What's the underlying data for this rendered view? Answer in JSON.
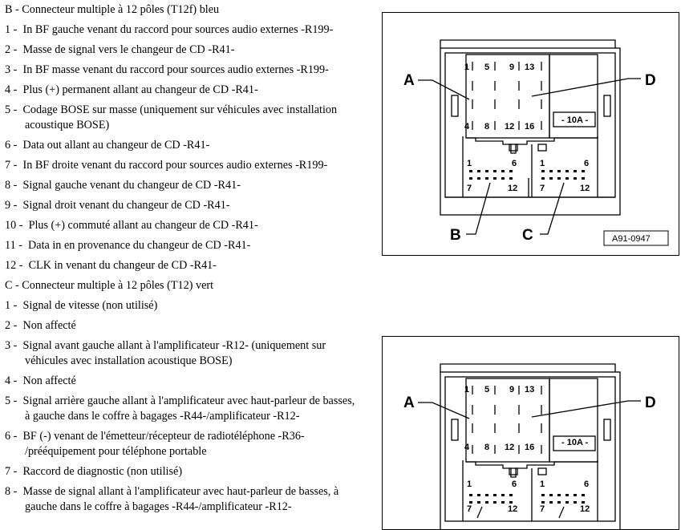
{
  "section_b": {
    "heading": "B - Connecteur multiple à 12 pôles (T12f) bleu",
    "items": [
      {
        "n": "1 -",
        "t": "In BF gauche venant du raccord pour sources audio externes -R199-"
      },
      {
        "n": "2 -",
        "t": "Masse de signal vers le changeur de CD -R41-"
      },
      {
        "n": "3 -",
        "t": "In BF masse venant du raccord pour sources audio externes -R199-"
      },
      {
        "n": "4 -",
        "t": "Plus (+) permanent allant au changeur de CD -R41-"
      },
      {
        "n": "5 -",
        "t": "Codage BOSE sur masse (uniquement sur véhicules avec installation",
        "t2": "acoustique BOSE)"
      },
      {
        "n": "6 -",
        "t": "Data out allant au changeur de CD -R41-"
      },
      {
        "n": "7 -",
        "t": "In BF droite venant du raccord pour sources audio externes -R199-"
      },
      {
        "n": "8 -",
        "t": "Signal gauche venant du changeur de CD -R41-"
      },
      {
        "n": "9 -",
        "t": "Signal droit venant du changeur de CD -R41-"
      },
      {
        "n": "10 -",
        "t": "Plus (+) commuté allant au changeur de CD -R41-"
      },
      {
        "n": "11 -",
        "t": "Data in en provenance du changeur de CD -R41-"
      },
      {
        "n": "12 -",
        "t": "CLK in venant du changeur de CD -R41-"
      }
    ]
  },
  "section_c": {
    "heading": "C - Connecteur multiple à 12 pôles (T12) vert",
    "items": [
      {
        "n": "1 -",
        "t": "Signal de vitesse (non utilisé)"
      },
      {
        "n": "2 -",
        "t": "Non affecté"
      },
      {
        "n": "3 -",
        "t": "Signal avant gauche allant à l'amplificateur -R12- (uniquement sur",
        "t2": "véhicules avec installation acoustique BOSE)"
      },
      {
        "n": "4 -",
        "t": "Non affecté"
      },
      {
        "n": "5 -",
        "t": "Signal arrière gauche allant à l'amplificateur avec haut-parleur de basses,",
        "t2": "à gauche dans le coffre à bagages -R44-/amplificateur -R12-"
      },
      {
        "n": "6 -",
        "t": "BF (-) venant de l'émetteur/récepteur de radiotéléphone -R36-",
        "t2": "/prééquipement pour téléphone portable"
      },
      {
        "n": "7 -",
        "t": "Raccord de diagnostic (non utilisé)"
      },
      {
        "n": "8 -",
        "t": "Masse de signal allant à l'amplificateur avec haut-parleur de basses, à",
        "t2": "gauche dans le coffre à bagages -R44-/amplificateur -R12-"
      }
    ]
  },
  "figure": {
    "label_a": "A",
    "label_b": "B",
    "label_c": "C",
    "label_d": "D",
    "fuse": "- 10A -",
    "code": "A91-0947",
    "pins_top": [
      "1",
      "5",
      "9",
      "13"
    ],
    "pins_mid": [
      "4",
      "8",
      "12",
      "16"
    ],
    "pins_b_top": [
      "1",
      "6"
    ],
    "pins_b_bot": [
      "7",
      "12"
    ],
    "pins_c_top": [
      "1",
      "6"
    ],
    "pins_c_bot": [
      "7",
      "12"
    ]
  }
}
